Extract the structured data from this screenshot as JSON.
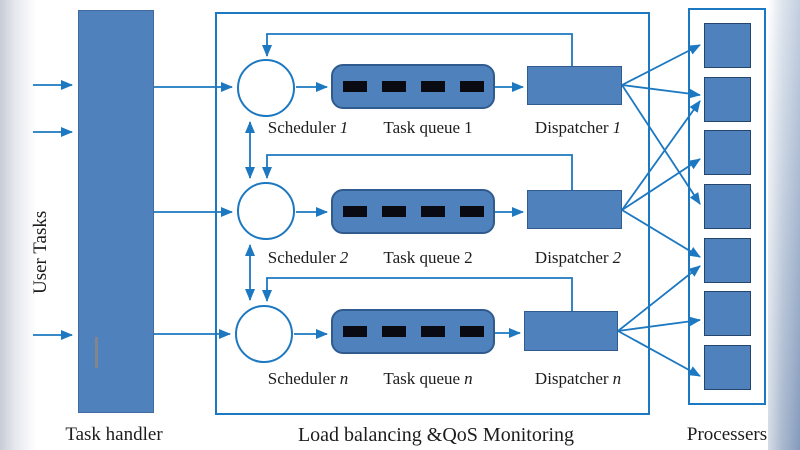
{
  "colors": {
    "line": "#1c78c0",
    "fill": "#4f81bd",
    "fill_border": "#2f5b8e",
    "dash": "#0a0a12",
    "text": "#1c1c1c"
  },
  "left_panel": {
    "vertical_label": "User Tasks",
    "box_label": "Task handler"
  },
  "monitor_panel": {
    "box_label": "Load balancing &QoS Monitoring",
    "queue_dash_count": 4,
    "rows": [
      {
        "scheduler_label": "Scheduler",
        "scheduler_index": "1",
        "queue_label": "Task queue",
        "queue_index": "1",
        "dispatcher_label": "Dispatcher",
        "dispatcher_index": "1"
      },
      {
        "scheduler_label": "Scheduler",
        "scheduler_index": "2",
        "queue_label": "Task queue",
        "queue_index": "2",
        "dispatcher_label": "Dispatcher",
        "dispatcher_index": "2"
      },
      {
        "scheduler_label": "Scheduler",
        "scheduler_index": "n",
        "queue_label": "Task queue",
        "queue_index": "n",
        "dispatcher_label": "Dispatcher",
        "dispatcher_index": "n"
      }
    ]
  },
  "processors_panel": {
    "box_label": "Processers",
    "count": 7
  }
}
